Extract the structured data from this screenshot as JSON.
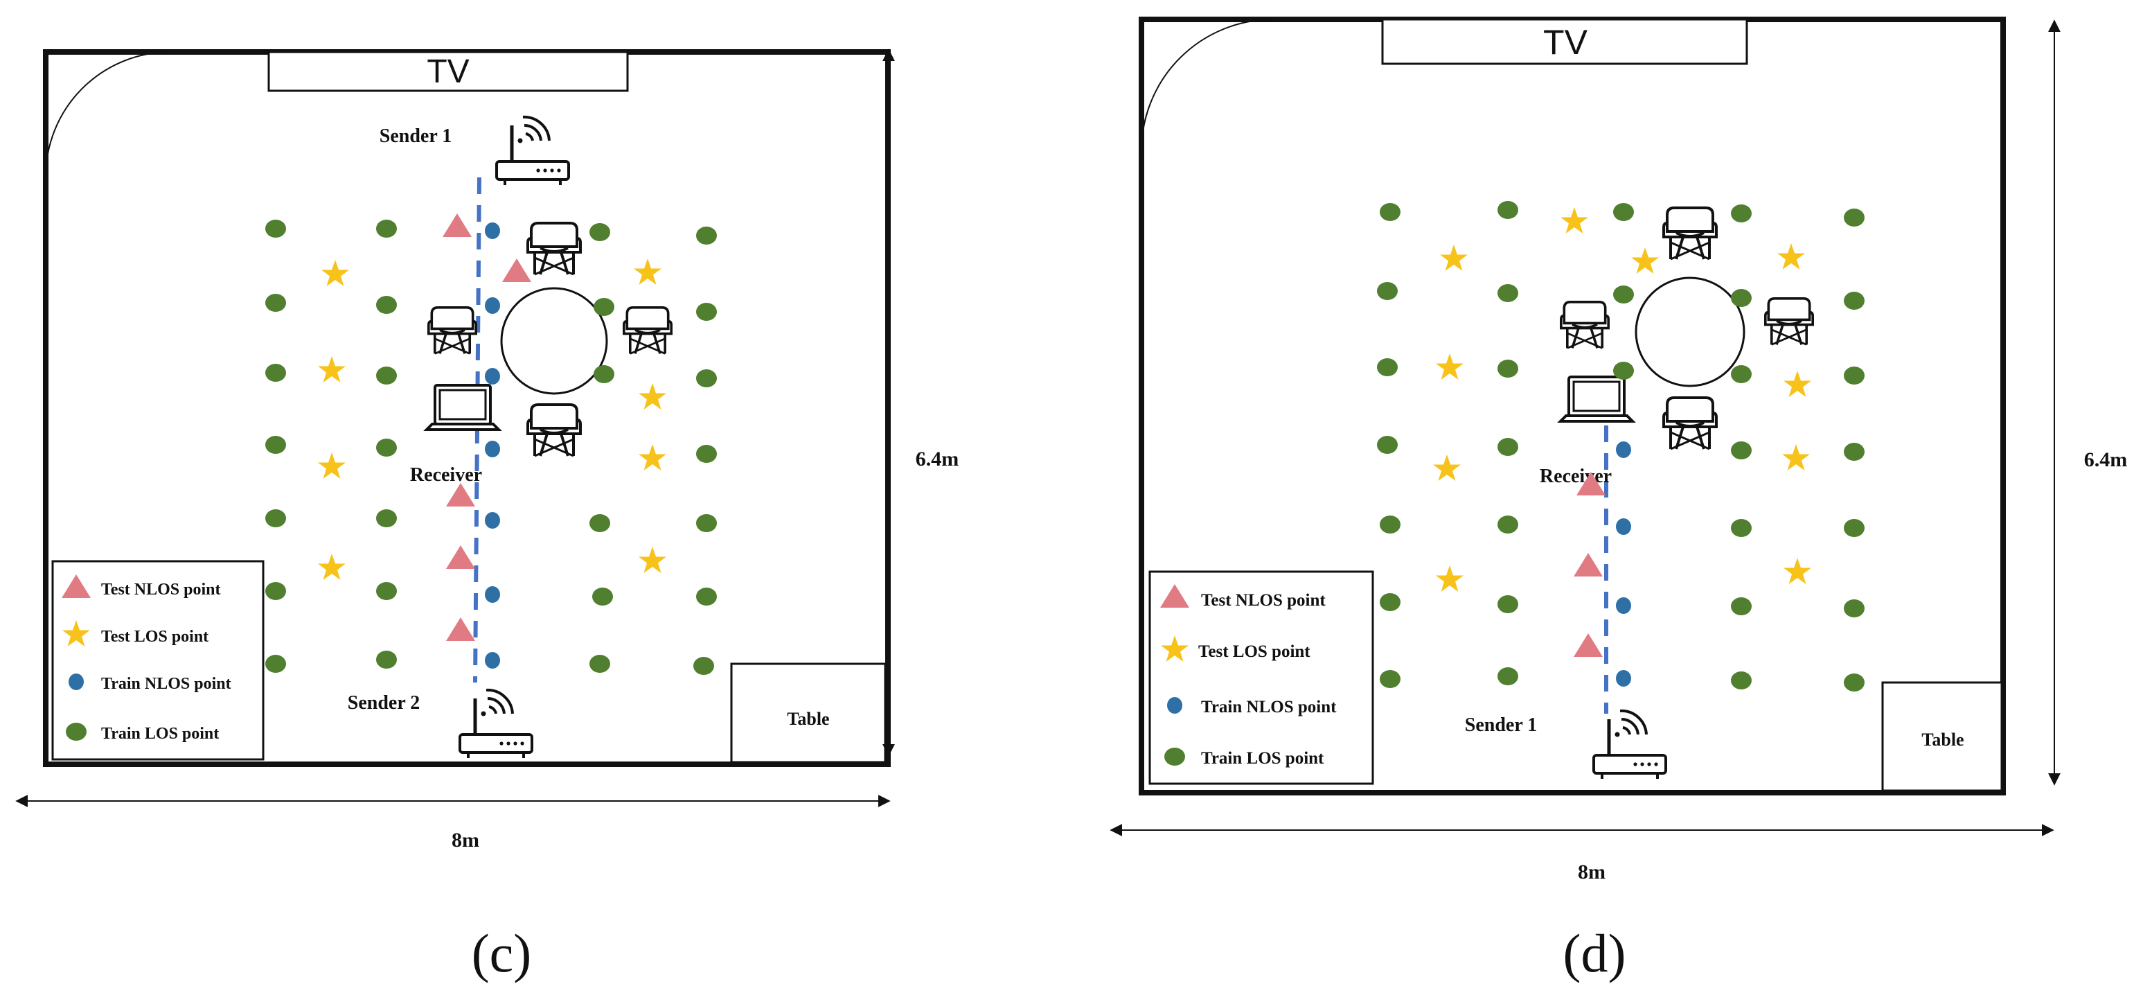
{
  "panels": [
    {
      "caption": "(c)",
      "tv_label": "TV",
      "table_label": "Table",
      "width_label": "8m",
      "height_label": "6.4m",
      "receiver_label": "Receiver",
      "sender_labels": [
        "Sender 1",
        "Sender 2"
      ],
      "legend": [
        "Test NLOS point",
        "Test LOS point",
        "Train NLOS point",
        "Train LOS point"
      ]
    },
    {
      "caption": "(d)",
      "tv_label": "TV",
      "table_label": "Table",
      "width_label": "8m",
      "height_label": "6.4m",
      "receiver_label": "Receiver",
      "sender_labels": [
        "Sender 1"
      ],
      "legend": [
        "Test NLOS point",
        "Test LOS point",
        "Train NLOS point",
        "Train LOS point"
      ]
    }
  ],
  "colors": {
    "test_nlos": "#e07b83",
    "test_los": "#f7c31a",
    "train_nlos": "#2e6fa6",
    "train_los": "#4f7f2f",
    "path": "#4472c4"
  },
  "icons": [
    "door-icon",
    "router-icon",
    "chair-icon",
    "laptop-icon",
    "round-table-icon"
  ]
}
